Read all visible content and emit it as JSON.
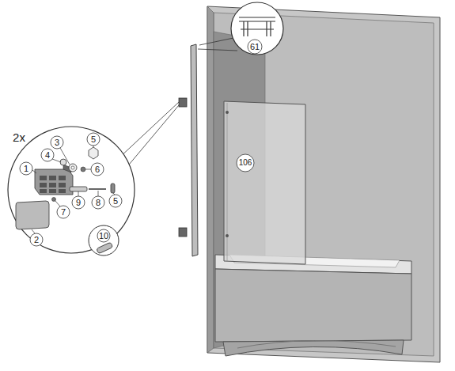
{
  "diagram": {
    "labels": [
      "2x",
      "61",
      "106",
      "5",
      "3",
      "4",
      "6",
      "1",
      "9",
      "8",
      "5",
      "7",
      "2",
      "10"
    ]
  }
}
